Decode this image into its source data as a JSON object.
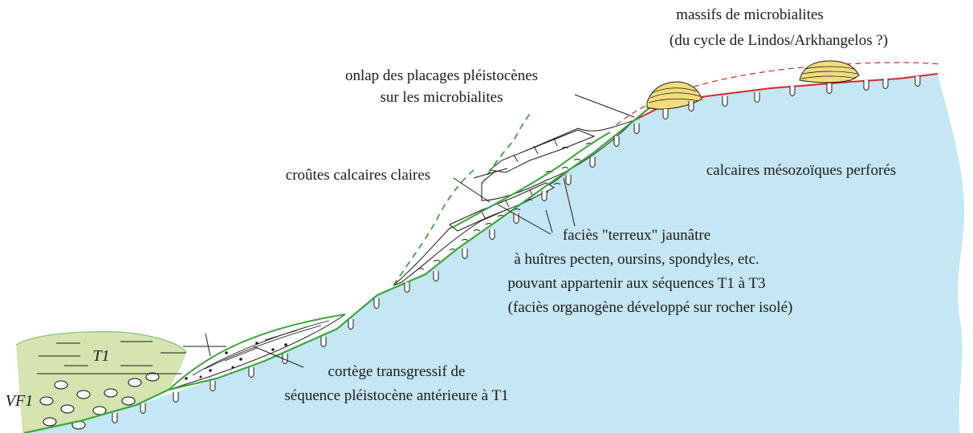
{
  "colors": {
    "bedrock": "#c5e6f3",
    "vf1_deposit": "#d5e4b0",
    "transgressive_line": "#3aa63a",
    "erosion_surface": "#d62828",
    "microbialite_fill": "#f3dc7c",
    "outline": "#1a1a1a"
  },
  "labels": {
    "microbialite_massifs_line1": "massifs de microbialites",
    "microbialite_massifs_line2": "(du cycle de Lindos/Arkhangelos ?)",
    "onlap_line1": "onlap des placages pléistocènes",
    "onlap_line2": "sur les microbialites",
    "crusts": "croûtes calcaires claires",
    "bedrock": "calcaires mésozoïques perforés",
    "facies_line1": "faciès \"terreux\" jaunâtre",
    "facies_line2": "à huîtres pecten, oursins, spondyles, etc.",
    "facies_line3": "pouvant appartenir aux séquences T1 à T3",
    "facies_line4": "(faciès organogène développé sur rocher isolé)",
    "t1": "T1",
    "vf1": "VF1",
    "transgressive_line1": "cortège transgressif de",
    "transgressive_line2": "séquence pléistocène antérieure à T1"
  }
}
